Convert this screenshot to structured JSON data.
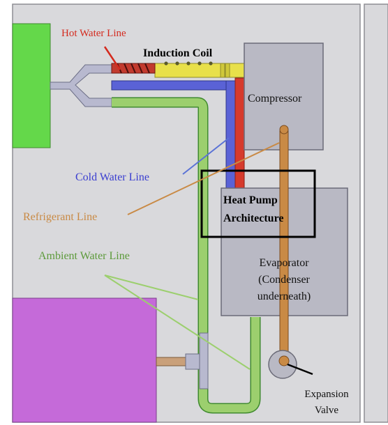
{
  "labels": {
    "hot_water_line": "Hot Water Line",
    "induction_coil": "Induction Coil",
    "compressor": "Compressor",
    "cold_water_line": "Cold Water Line",
    "heat_pump_line1": "Heat Pump",
    "heat_pump_line2": "Architecture",
    "refrigerant_line": "Refrigerant Line",
    "ambient_water_line": "Ambient Water Line",
    "evaporator_line1": "Evaporator",
    "evaporator_line2": "(Condenser",
    "evaporator_line3": "underneath)",
    "expansion_line1": "Expansion",
    "expansion_line2": "Valve"
  },
  "colors": {
    "background": "#d9d9dc",
    "hot_water": "#d63a2c",
    "cold_water": "#5a62d6",
    "refrigerant": "#c98a45",
    "ambient_water": "#9ccf6e",
    "induction_coil": "#e8e04a",
    "green_block": "#64d84a",
    "purple_block": "#c56ad9",
    "component_box": "#b9b9c4"
  }
}
